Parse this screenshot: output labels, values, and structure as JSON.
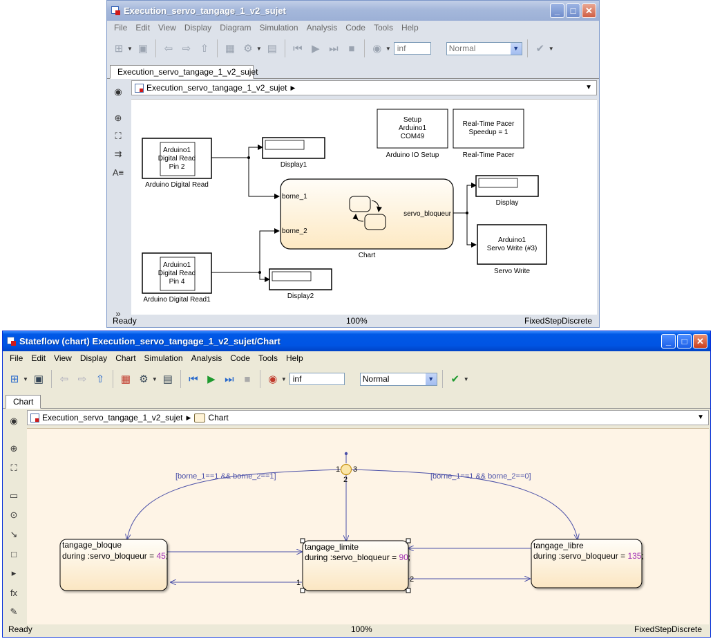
{
  "simulink": {
    "title": "Execution_servo_tangage_1_v2_sujet",
    "menus": [
      "File",
      "Edit",
      "View",
      "Display",
      "Diagram",
      "Simulation",
      "Analysis",
      "Code",
      "Tools",
      "Help"
    ],
    "stop_time": "inf",
    "sim_mode": "Normal",
    "tab": "Execution_servo_tangage_1_v2_sujet",
    "breadcrumb": "Execution_servo_tangage_1_v2_sujet",
    "blocks": {
      "dread1": {
        "l1": "Arduino1",
        "l2": "Digital Read",
        "l3": "Pin 2",
        "caption": "Arduino Digital Read"
      },
      "dread2": {
        "l1": "Arduino1",
        "l2": "Digital Read",
        "l3": "Pin 4",
        "caption": "Arduino Digital Read1"
      },
      "display1": {
        "caption": "Display1"
      },
      "display2": {
        "caption": "Display2"
      },
      "display": {
        "caption": "Display"
      },
      "setup": {
        "l1": "Setup",
        "l2": "Arduino1",
        "l3": "COM49",
        "caption": "Arduino IO Setup"
      },
      "pacer": {
        "l1": "Real-Time Pacer",
        "l2": "Speedup = 1",
        "caption": "Real-Time Pacer"
      },
      "chart": {
        "in1": "borne_1",
        "in2": "borne_2",
        "out": "servo_bloqueur",
        "caption": "Chart"
      },
      "servo": {
        "l1": "Arduino1",
        "l2": "Servo Write (#3)",
        "caption": "Servo Write"
      }
    },
    "status": {
      "left": "Ready",
      "zoom": "100%",
      "solver": "FixedStepDiscrete"
    }
  },
  "stateflow": {
    "title": "Stateflow (chart) Execution_servo_tangage_1_v2_sujet/Chart",
    "menus": [
      "File",
      "Edit",
      "View",
      "Display",
      "Chart",
      "Simulation",
      "Analysis",
      "Code",
      "Tools",
      "Help"
    ],
    "stop_time": "inf",
    "sim_mode": "Normal",
    "tab": "Chart",
    "breadcrumb_model": "Execution_servo_tangage_1_v2_sujet",
    "breadcrumb_chart": "Chart",
    "states": {
      "bloque": {
        "name": "tangage_bloque",
        "action": "during :servo_bloqueur = ",
        "value": "45",
        "end": ";"
      },
      "limite": {
        "name": "tangage_limite",
        "action": "during :servo_bloqueur = ",
        "value": "90",
        "end": ";"
      },
      "libre": {
        "name": "tangage_libre",
        "action": "during :servo_bloqueur = ",
        "value": "135",
        "end": ";"
      }
    },
    "conditions": {
      "left": "[borne_1==1 && borne_2==1]",
      "right": "[borne_1==1 && borne_2==0]"
    },
    "junction_labels": {
      "a": "1",
      "b": "2",
      "c": "3"
    },
    "transition_labels": {
      "t1": "1",
      "t2": "2"
    },
    "status": {
      "left": "Ready",
      "zoom": "100%",
      "solver": "FixedStepDiscrete"
    }
  }
}
